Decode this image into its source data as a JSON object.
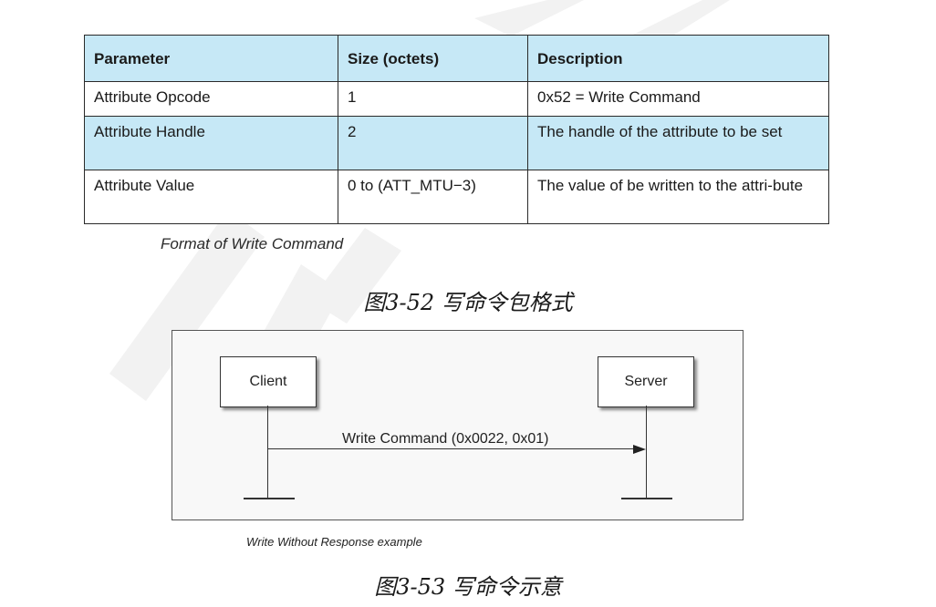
{
  "table": {
    "headers": [
      "Parameter",
      "Size (octets)",
      "Description"
    ],
    "rows": [
      {
        "parameter": "Attribute Opcode",
        "size": "1",
        "description": "0x52 = Write Command"
      },
      {
        "parameter": "Attribute Handle",
        "size": "2",
        "description": "The handle of the attribute to be set"
      },
      {
        "parameter": "Attribute Value",
        "size": "0 to (ATT_MTU−3)",
        "description": "The value of be written to the attri-bute"
      }
    ],
    "caption": "Format of Write Command"
  },
  "figure_52": {
    "caption": "图3-52 写命令包格式"
  },
  "diagram": {
    "client_label": "Client",
    "server_label": "Server",
    "message_label": "Write Command (0x0022, 0x01)",
    "caption": "Write Without Response example"
  },
  "figure_53": {
    "caption": "图3-53 写命令示意"
  },
  "colors": {
    "header_bg": "#c6e8f6",
    "row_shade": "#c6e8f6",
    "border": "#2a2a2a"
  }
}
